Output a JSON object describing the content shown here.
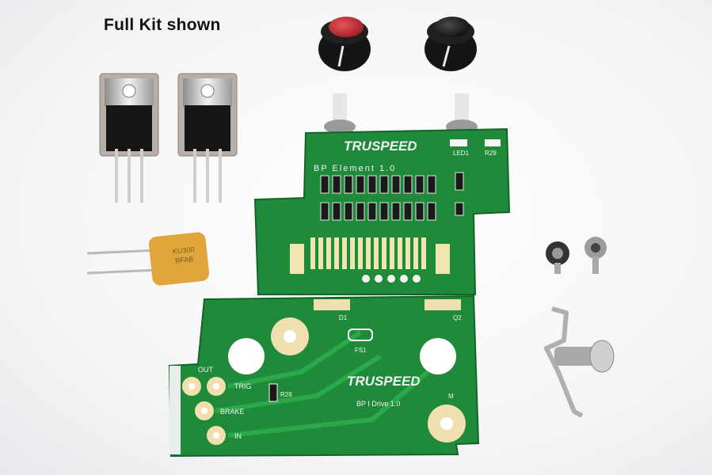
{
  "caption": "Full Kit shown",
  "pcb_top": {
    "brand": "TRUSPEED",
    "board_name": "BP  Element 1.0",
    "led_label": "LED1",
    "resistor_label": "R29"
  },
  "pcb_bottom": {
    "brand": "TRUSPEED",
    "board_name": "BP I Drive 1.0",
    "labels": {
      "out": "OUT",
      "trig": "TRIG",
      "brake": "BRAKE",
      "in": "IN",
      "r28": "R28",
      "fs1": "FS1",
      "d1": "D1",
      "q2": "Q2",
      "m": "M"
    }
  },
  "fuse_markings": [
    "KU300",
    "BFAB"
  ],
  "colors": {
    "pcb_green": "#1f8a3a",
    "knob_red": "#c8262a",
    "knob_black": "#1a1a1a"
  }
}
